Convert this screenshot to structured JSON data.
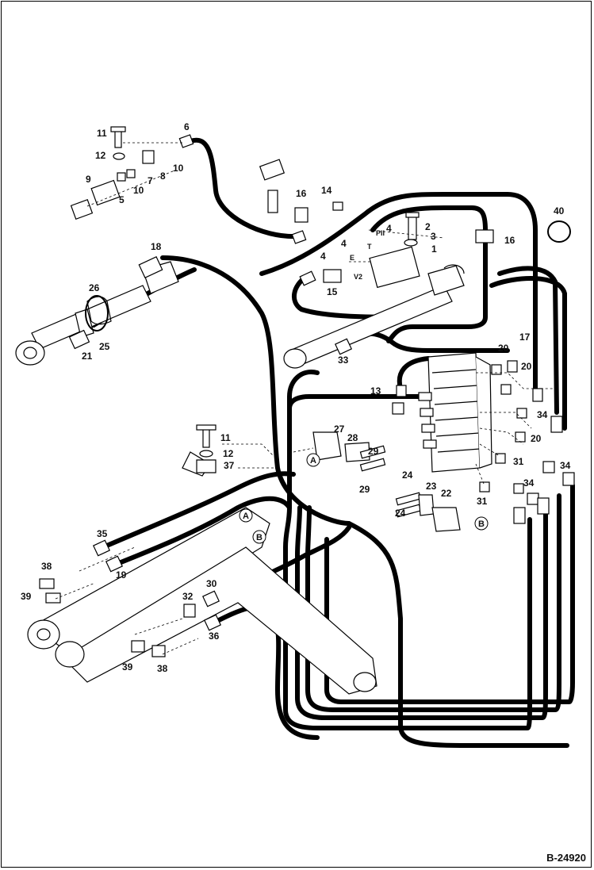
{
  "diagram": {
    "reference_code": "B-24920",
    "callouts": [
      {
        "id": "c11a",
        "text": "11"
      },
      {
        "id": "c12a",
        "text": "12"
      },
      {
        "id": "c6",
        "text": "6"
      },
      {
        "id": "c9",
        "text": "9"
      },
      {
        "id": "c5",
        "text": "5"
      },
      {
        "id": "c10a",
        "text": "10"
      },
      {
        "id": "c7",
        "text": "7"
      },
      {
        "id": "c8",
        "text": "8"
      },
      {
        "id": "c10b",
        "text": "10"
      },
      {
        "id": "c16a",
        "text": "16"
      },
      {
        "id": "c14",
        "text": "14"
      },
      {
        "id": "c40",
        "text": "40"
      },
      {
        "id": "c2",
        "text": "2"
      },
      {
        "id": "c4a",
        "text": "4"
      },
      {
        "id": "c3",
        "text": "3"
      },
      {
        "id": "c4b",
        "text": "4"
      },
      {
        "id": "c4c",
        "text": "4"
      },
      {
        "id": "c1",
        "text": "1"
      },
      {
        "id": "c16b",
        "text": "16"
      },
      {
        "id": "c15",
        "text": "15"
      },
      {
        "id": "c18",
        "text": "18"
      },
      {
        "id": "c26",
        "text": "26"
      },
      {
        "id": "c25",
        "text": "25"
      },
      {
        "id": "c21",
        "text": "21"
      },
      {
        "id": "c33",
        "text": "33"
      },
      {
        "id": "c20a",
        "text": "20"
      },
      {
        "id": "c17",
        "text": "17"
      },
      {
        "id": "c20b",
        "text": "20"
      },
      {
        "id": "c13",
        "text": "13"
      },
      {
        "id": "c34a",
        "text": "34"
      },
      {
        "id": "c20c",
        "text": "20"
      },
      {
        "id": "c34b",
        "text": "34"
      },
      {
        "id": "c31a",
        "text": "31"
      },
      {
        "id": "c34c",
        "text": "34"
      },
      {
        "id": "c31b",
        "text": "31"
      },
      {
        "id": "c11b",
        "text": "11"
      },
      {
        "id": "c12b",
        "text": "12"
      },
      {
        "id": "c37",
        "text": "37"
      },
      {
        "id": "c27",
        "text": "27"
      },
      {
        "id": "c28",
        "text": "28"
      },
      {
        "id": "c29a",
        "text": "29"
      },
      {
        "id": "c29b",
        "text": "29"
      },
      {
        "id": "c24a",
        "text": "24"
      },
      {
        "id": "c23",
        "text": "23"
      },
      {
        "id": "c22",
        "text": "22"
      },
      {
        "id": "c24b",
        "text": "24"
      },
      {
        "id": "c35",
        "text": "35"
      },
      {
        "id": "c38a",
        "text": "38"
      },
      {
        "id": "c19",
        "text": "19"
      },
      {
        "id": "c39a",
        "text": "39"
      },
      {
        "id": "c32",
        "text": "32"
      },
      {
        "id": "c30",
        "text": "30"
      },
      {
        "id": "c36",
        "text": "36"
      },
      {
        "id": "c39b",
        "text": "39"
      },
      {
        "id": "c38b",
        "text": "38"
      }
    ],
    "port_marks": {
      "p_ii": "PII",
      "t": "T",
      "e": "E",
      "v2": "V2"
    },
    "detail_refs": [
      {
        "id": "refA1",
        "text": "A"
      },
      {
        "id": "refB1",
        "text": "B"
      },
      {
        "id": "refA2",
        "text": "A"
      },
      {
        "id": "refB2",
        "text": "B"
      }
    ]
  }
}
